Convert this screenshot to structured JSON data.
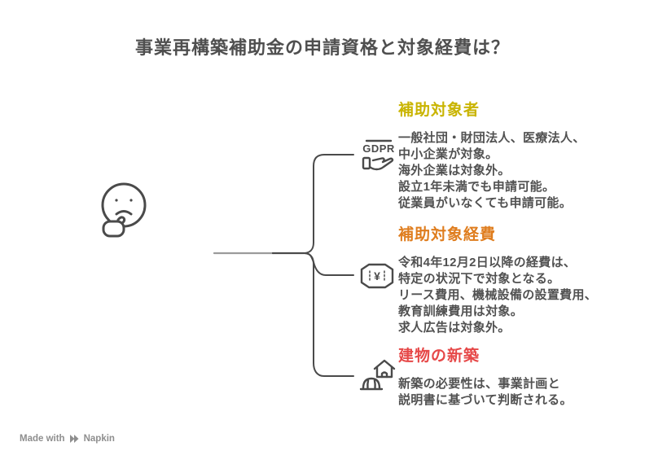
{
  "title": "事業再構築補助金の申請資格と対象経費は？",
  "central_icon": "thinking-face-icon",
  "sections": [
    {
      "icon": "gdpr-hand-icon",
      "icon_label": "GDPR",
      "heading": "補助対象者",
      "heading_color": "#C9B400",
      "lines": [
        "一般社団・財団法人、医療法人、",
        "中小企業が対象。",
        "海外企業は対象外。",
        "設立1年未満でも申請可能。",
        "従業員がいなくても申請可能。"
      ]
    },
    {
      "icon": "yen-coin-icon",
      "icon_symbol": "¥",
      "heading": "補助対象経費",
      "heading_color": "#DF7D1E",
      "lines": [
        "令和4年12月2日以降の経費は、",
        "特定の状況下で対象となる。",
        "リース費用、機械設備の設置費用、",
        "教育訓練費用は対象。",
        "求人広告は対象外。"
      ]
    },
    {
      "icon": "building-construction-icon",
      "heading": "建物の新築",
      "heading_color": "#E64848",
      "lines": [
        "新築の必要性は、事業計画と",
        "説明書に基づいて判断される。"
      ]
    }
  ],
  "footer": {
    "made_with": "Made with",
    "brand": "Napkin"
  },
  "colors": {
    "background": "#FFFFFF",
    "title_text": "#4F4F4F",
    "body_text": "#515151",
    "line_dark": "#4A4A4A",
    "line_light": "#9B9B9B",
    "footer_text": "#8E8E8E"
  }
}
